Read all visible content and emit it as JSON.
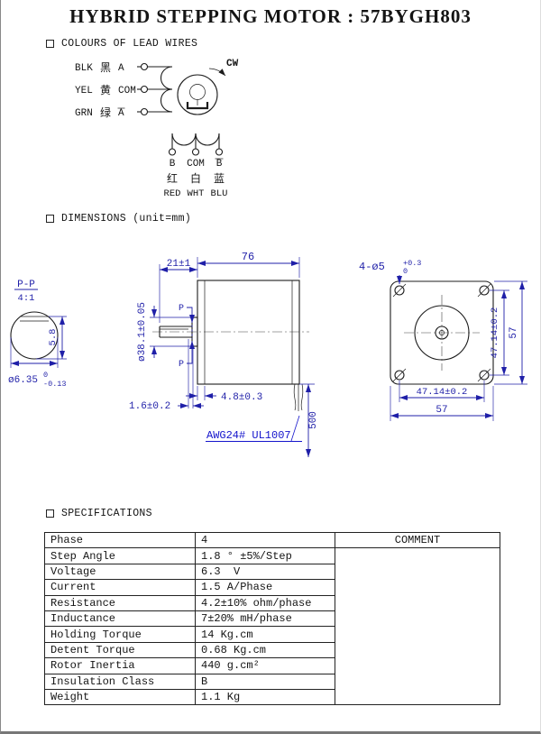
{
  "page": {
    "title": "HYBRID STEPPING MOTOR : 57BYGH803"
  },
  "lead_wires": {
    "heading": "COLOURS OF LEAD WIRES",
    "cw": "CW",
    "wires": [
      {
        "color": "BLK",
        "cn": "黑",
        "tap": "A"
      },
      {
        "color": "YEL",
        "cn": "黄",
        "tap": "COM"
      },
      {
        "color": "GRN",
        "cn": "绿",
        "tap": "A"
      }
    ],
    "taps": [
      {
        "tap": "B",
        "cn": "红",
        "color": "RED"
      },
      {
        "tap": "COM",
        "cn": "白",
        "color": "WHT"
      },
      {
        "tap": "B",
        "cn": "蓝",
        "color": "BLU"
      }
    ]
  },
  "dimensions": {
    "heading": "DIMENSIONS (unit=mm)",
    "side": {
      "shaft_len": "21±1",
      "body_len": "76",
      "boss_dia": "ø38.1±0.05",
      "boss_depth": "4.8±0.3",
      "flat_offset": "1.6±0.2",
      "section_p_top": "P",
      "section_p_bottom": "P",
      "wire_spec": "AWG24# UL1007",
      "wire_len": "500"
    },
    "detail": {
      "label": "P-P",
      "scale": "4:1",
      "flat": "5.8",
      "shaft_dia": "ø6.35",
      "tol_up": "0",
      "tol_dn": "-0.13"
    },
    "front": {
      "holes": "4-ø5",
      "holes_tol_up": "+0.3",
      "holes_tol_dn": "0",
      "hole_span_v": "47.14±0.2",
      "side_v": "57",
      "hole_span_h": "47.14±0.2",
      "side_h": "57"
    }
  },
  "specifications": {
    "heading": "SPECIFICATIONS",
    "comment_header": "COMMENT",
    "rows": [
      {
        "param": "Phase",
        "value": "4"
      },
      {
        "param": "Step Angle",
        "value": "1.8 ° ±5%/Step"
      },
      {
        "param": "Voltage",
        "value": "6.3  V"
      },
      {
        "param": "Current",
        "value": "1.5 A/Phase"
      },
      {
        "param": "Resistance",
        "value": "4.2±10% ohm/phase"
      },
      {
        "param": "Inductance",
        "value": "7±20% mH/phase"
      },
      {
        "param": "Holding Torque",
        "value": "14 Kg.cm"
      },
      {
        "param": "Detent Torque",
        "value": "0.68 Kg.cm"
      },
      {
        "param": "Rotor Inertia",
        "value": "440 g.cm²"
      },
      {
        "param": "Insulation Class",
        "value": "B"
      },
      {
        "param": "Weight",
        "value": "1.1 Kg"
      }
    ]
  }
}
